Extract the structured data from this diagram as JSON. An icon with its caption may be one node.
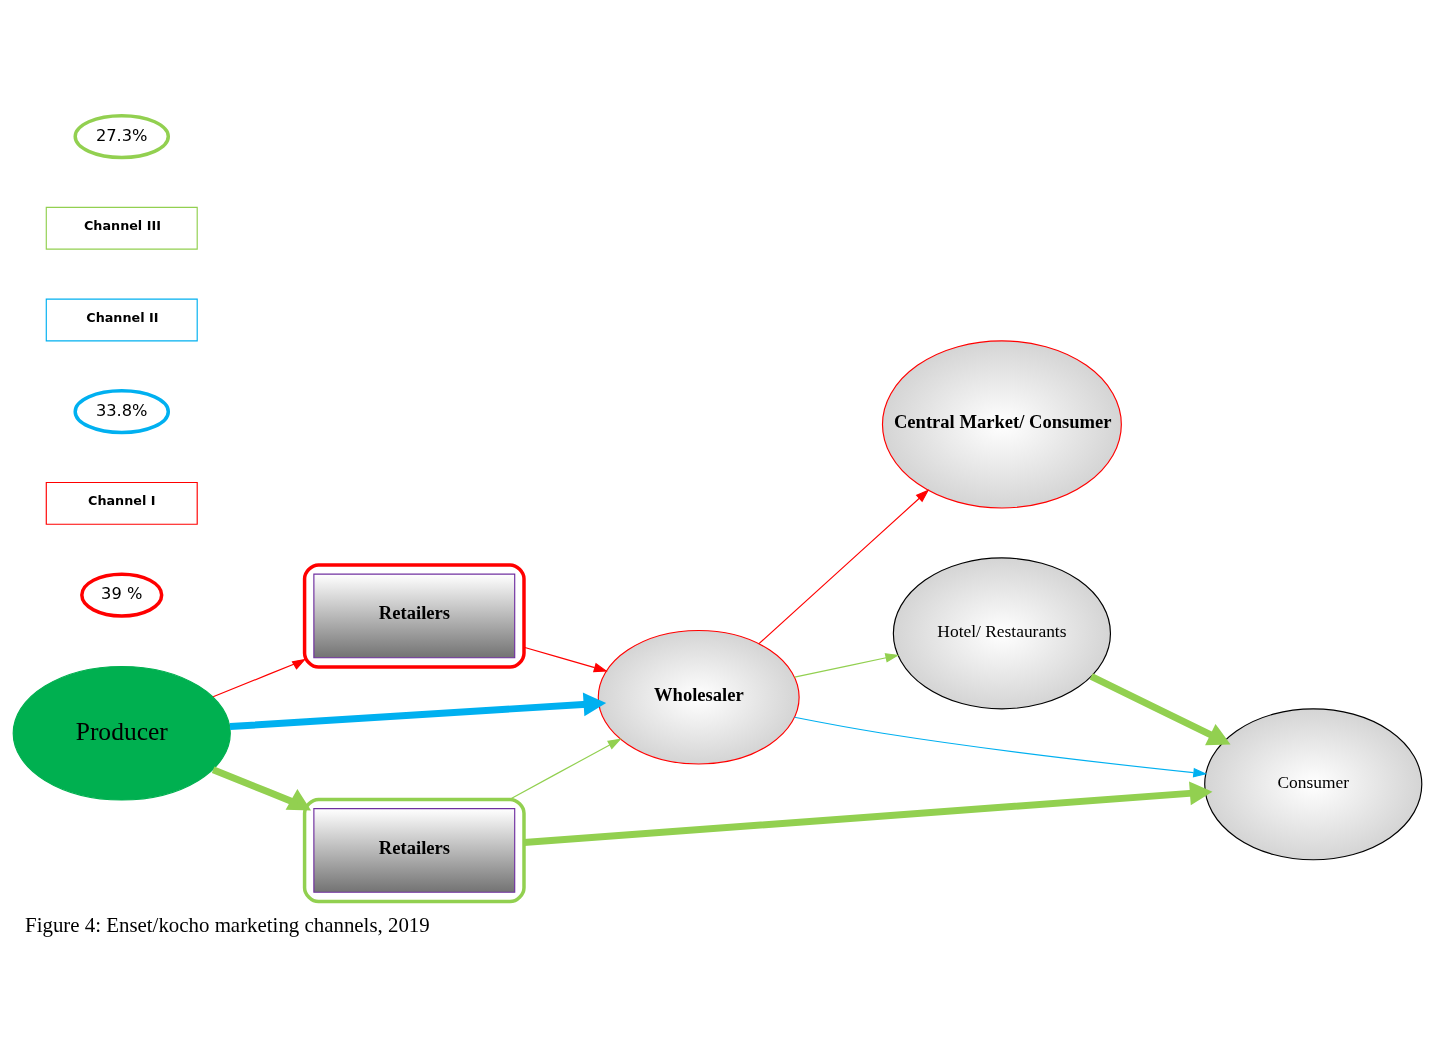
{
  "diagram": {
    "caption": "Figure 4: Enset/kocho marketing channels, 2019",
    "nodes": [
      {
        "text": [
          "Producer"
        ]
      },
      {
        "text": [],
        "shape": "ellipse"
      },
      {
        "text": [
          "Retailers"
        ],
        "in": 1
      },
      {
        "text": [
          "Wholesaler"
        ]
      },
      {
        "text": [
          "Central Market/ Consumer"
        ]
      },
      {
        "text": [
          "39 %"
        ]
      },
      {
        "text": [
          "Channel I"
        ]
      },
      {
        "text": [
          "33.8%"
        ]
      },
      {
        "text": [
          "Channel II"
        ]
      },
      {
        "text": [
          "Channel III"
        ]
      },
      {
        "text": [
          "Hotel/ Restaurants"
        ]
      },
      {
        "text": [
          "27.3%"
        ]
      },
      {
        "text": [],
        "shape": "ellipse"
      },
      {
        "text": [
          "Retailers"
        ],
        "in": 12
      },
      {
        "text": [
          "Consumer"
        ]
      }
    ],
    "edges": [
      {
        "from": 0,
        "to": 1,
        "arrow": "to",
        "color": "#ff0000"
      },
      {
        "from": 1,
        "to": 3,
        "arrow": "to",
        "color": "#ff0000"
      },
      {
        "from": 3,
        "to": 4,
        "arrow": "to",
        "color": "#ff0000"
      },
      {
        "from": 0,
        "to": 3,
        "arrow": "to",
        "style": "thick",
        "color": "#00b0f0"
      },
      {
        "from": 3,
        "to": 14,
        "arrow": "to",
        "color": "#00b0f0"
      },
      {
        "from": 0,
        "to": 12,
        "arrow": "to",
        "style": "thick"
      },
      {
        "from": 12,
        "to": 3,
        "arrow": "to"
      },
      {
        "from": 3,
        "to": 10,
        "arrow": "to"
      },
      {
        "from": 10,
        "to": 14,
        "arrow": "to",
        "style": "thick"
      },
      {
        "from": 12,
        "to": 14,
        "arrow": "to",
        "style": "thick"
      }
    ]
  }
}
